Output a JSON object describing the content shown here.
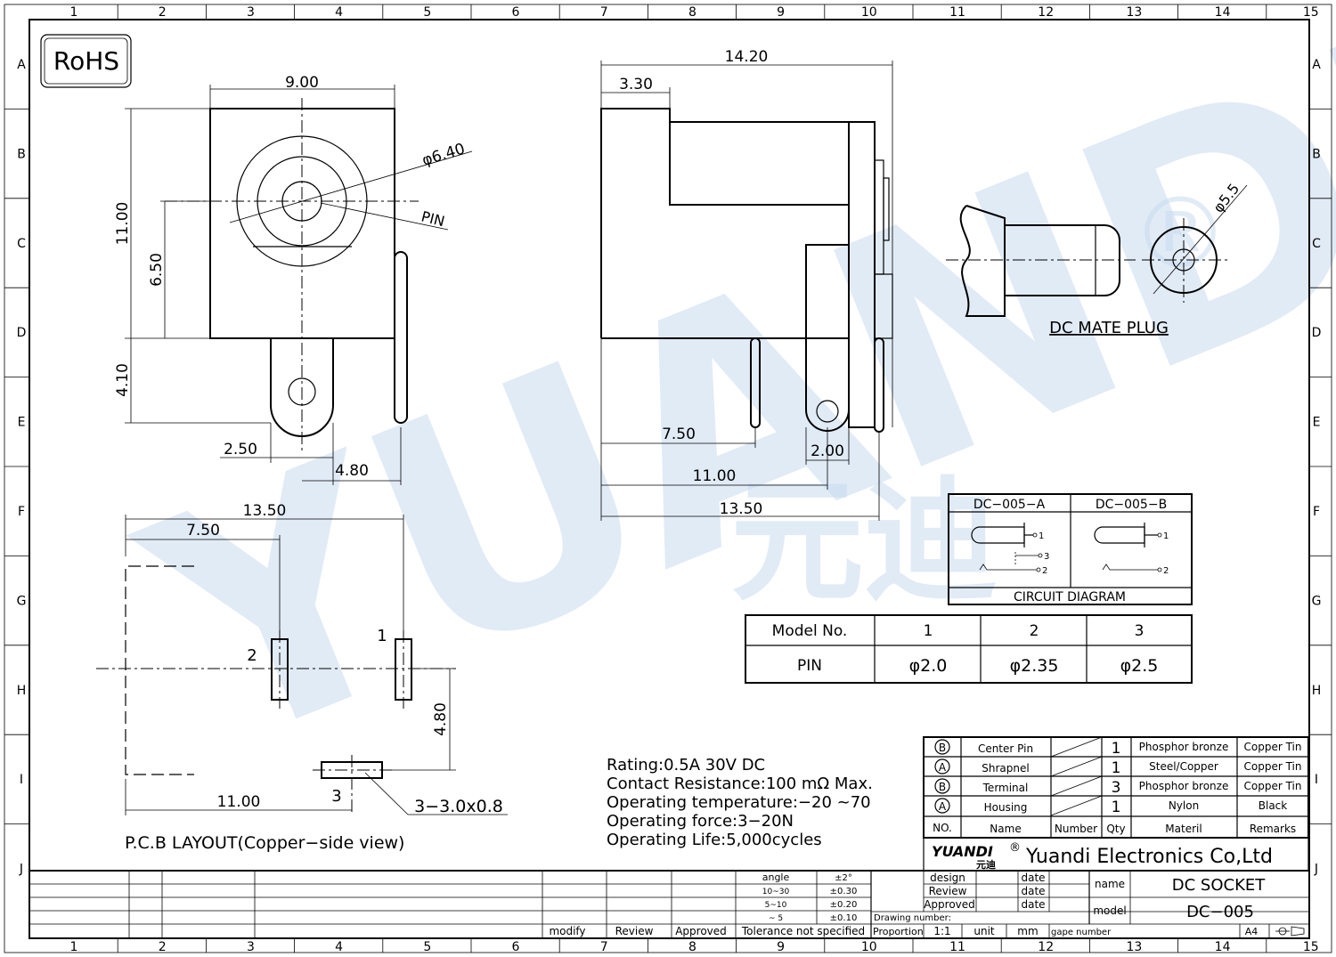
{
  "frame": {
    "columns": [
      "1",
      "2",
      "3",
      "4",
      "5",
      "6",
      "7",
      "8",
      "9",
      "10",
      "11",
      "12",
      "13",
      "14",
      "15"
    ],
    "rows": [
      "A",
      "B",
      "C",
      "D",
      "E",
      "F",
      "G",
      "H",
      "I",
      "J"
    ]
  },
  "badge": "RoHS",
  "watermark": {
    "text": "YUANDI",
    "registered": "®",
    "cn": "元迪"
  },
  "front_view": {
    "dims": {
      "width": "9.00",
      "diameter": "φ6.40",
      "pin": "PIN",
      "height": "11.00",
      "center": "6.50",
      "tab": "4.10",
      "offset_a": "2.50",
      "offset_b": "4.80"
    }
  },
  "side_view": {
    "dims": {
      "length": "14.20",
      "head": "3.30",
      "pin_a": "7.50",
      "pin_gap": "2.00",
      "pin_b": "11.00",
      "pin_c": "13.50"
    }
  },
  "plug": {
    "diameter": "φ5.5",
    "label": "DC  MATE  PLUG"
  },
  "pcb": {
    "dims": {
      "width": "13.50",
      "x1": "7.50",
      "y": "4.80",
      "x2": "11.00",
      "hole": "3−3.0x0.8"
    },
    "pads": [
      "2",
      "1",
      "3"
    ],
    "caption": "P.C.B  LAYOUT(Copper−side  view)"
  },
  "circuit": {
    "col_a": "DC−005−A",
    "col_b": "DC−005−B",
    "caption": "CIRCUIT  DIAGRAM",
    "pins": [
      "1",
      "3",
      "2"
    ]
  },
  "model_table": {
    "header": [
      "Model  No.",
      "1",
      "2",
      "3"
    ],
    "row": [
      "PIN",
      "φ2.0",
      "φ2.35",
      "φ2.5"
    ]
  },
  "specs": [
    "Rating:0.5A  30V  DC",
    "Contact  Resistance:100  mΩ  Max.",
    "Operating  temperature:−20  ~70",
    "Operating  force:3−20N",
    "Operating  Life:5,000cycles"
  ],
  "bom": {
    "rows": [
      {
        "mark": "B",
        "name": "Center  Pin",
        "qty": "1",
        "material": "Phosphor  bronze",
        "remark": "Copper  Tin"
      },
      {
        "mark": "A",
        "name": "Shrapnel",
        "qty": "1",
        "material": "Steel/Copper",
        "remark": "Copper  Tin"
      },
      {
        "mark": "B",
        "name": "Terminal",
        "qty": "3",
        "material": "Phosphor  bronze",
        "remark": "Copper  Tin"
      },
      {
        "mark": "A",
        "name": "Housing",
        "qty": "1",
        "material": "Nylon",
        "remark": "Black"
      }
    ],
    "header": {
      "no": "NO.",
      "name": "Name",
      "number": "Number",
      "qty": "Qty",
      "material": "Materil",
      "remark": "Remarks"
    }
  },
  "company": {
    "logo": "YUANDI",
    "logo_cn": "元迪",
    "reg": "®",
    "name": "Yuandi  Electronics  Co,Ltd"
  },
  "title_block": {
    "tolerance": [
      [
        "angle",
        "±2°"
      ],
      [
        "10~30",
        "±0.30"
      ],
      [
        "5~10",
        "±0.20"
      ],
      [
        "~ 5",
        "±0.10"
      ]
    ],
    "tolerance_label": "Tolerance  not  specified",
    "design": "design",
    "review": "Review",
    "approved": "Approved",
    "date": "date",
    "drawing_number": "Drawing  number:",
    "proportion": "Proportion",
    "proportion_value": "1:1",
    "unit": "unit",
    "unit_value": "mm",
    "page_number": "gape  number",
    "name_label": "name",
    "name_value": "DC  SOCKET",
    "model_label": "model",
    "model_value": "DC−005",
    "paper": "A4",
    "rev_modify": "modify",
    "rev_review": "Review",
    "rev_approved": "Approved"
  }
}
